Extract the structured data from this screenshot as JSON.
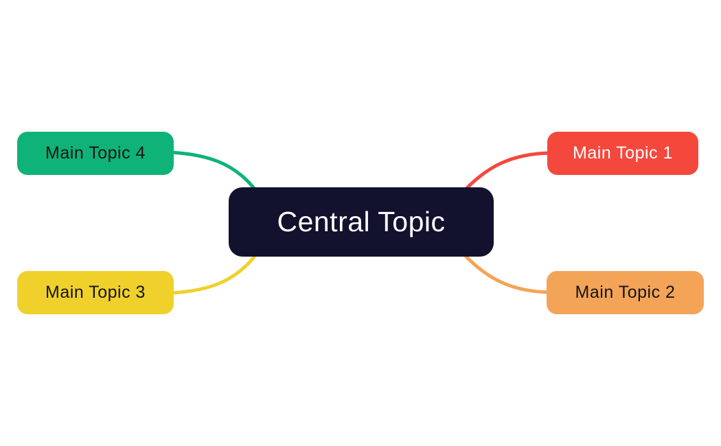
{
  "canvas": {
    "background_color": "#ffffff"
  },
  "central_topic": {
    "label": "Central Topic",
    "bg_color": "#12112e",
    "text_color": "#ffffff"
  },
  "main_topics": [
    {
      "label": "Main Topic 1",
      "color": "#f4483d",
      "text_color": "#ffffff"
    },
    {
      "label": "Main Topic 2",
      "color": "#f3a457",
      "text_color": "#141414"
    },
    {
      "label": "Main Topic 3",
      "color": "#f0d12b",
      "text_color": "#141414"
    },
    {
      "label": "Main Topic 4",
      "color": "#10b377",
      "text_color": "#141414"
    }
  ]
}
